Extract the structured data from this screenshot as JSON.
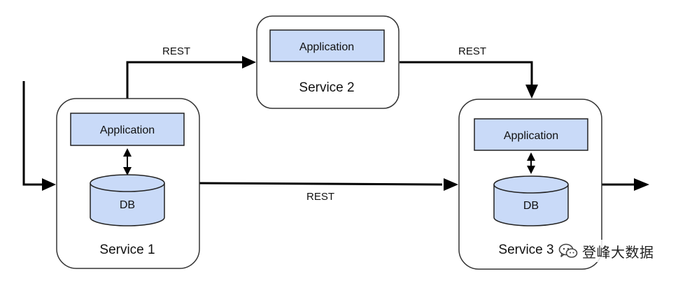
{
  "diagram": {
    "services": [
      {
        "id": "service1",
        "label": "Service 1",
        "app_label": "Application",
        "db_label": "DB"
      },
      {
        "id": "service2",
        "label": "Service 2",
        "app_label": "Application"
      },
      {
        "id": "service3",
        "label": "Service 3",
        "app_label": "Application",
        "db_label": "DB"
      }
    ],
    "edges": [
      {
        "from": "service1",
        "to": "service2",
        "label": "REST"
      },
      {
        "from": "service2",
        "to": "service3",
        "label": "REST"
      },
      {
        "from": "service1",
        "to": "service3",
        "label": "REST"
      }
    ],
    "colors": {
      "component_fill": "#c9daf8",
      "stroke": "#000000"
    }
  },
  "watermark": {
    "icon": "wechat-icon",
    "text": "登峰大数据"
  }
}
